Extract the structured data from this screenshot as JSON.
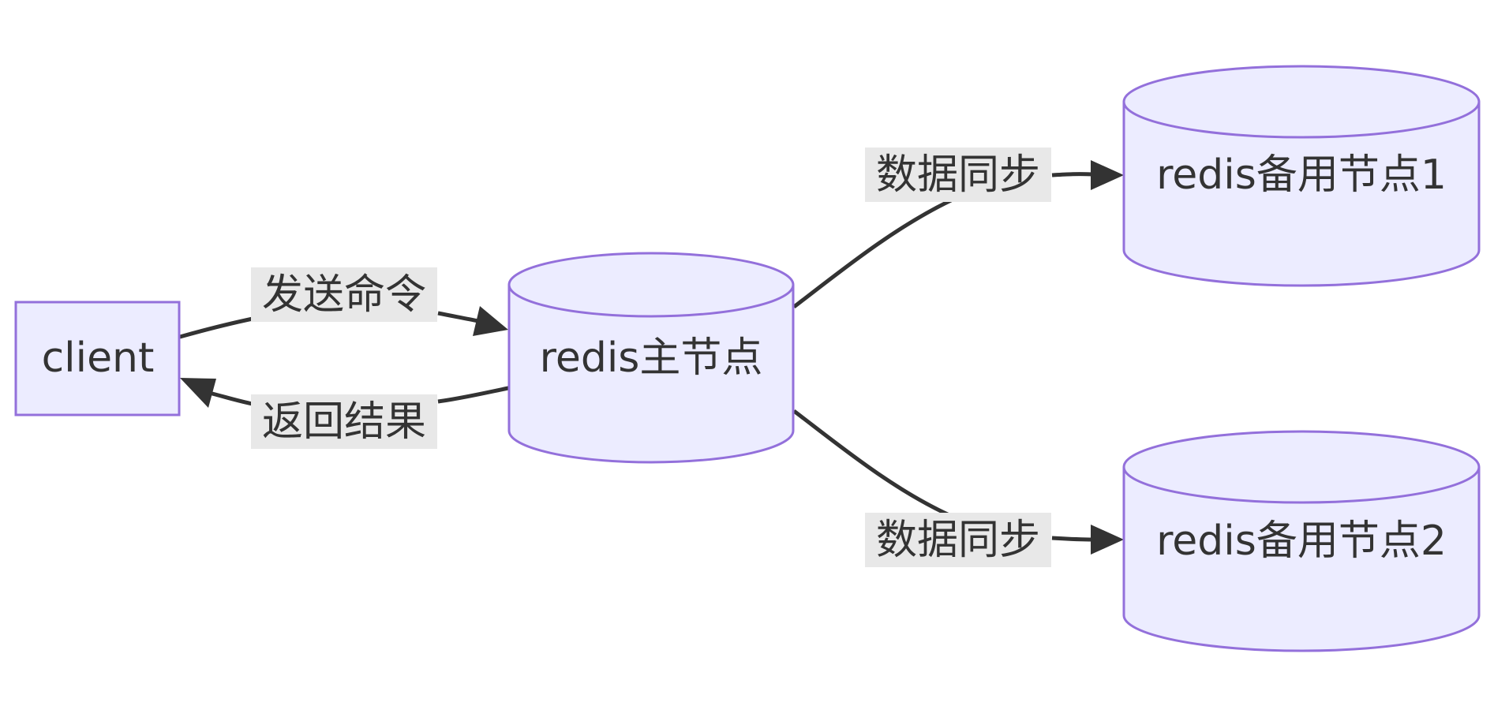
{
  "diagram": {
    "nodes": {
      "client": {
        "label": "client",
        "shape": "rectangle"
      },
      "master": {
        "label": "redis主节点",
        "shape": "cylinder"
      },
      "replica1": {
        "label": "redis备用节点1",
        "shape": "cylinder"
      },
      "replica2": {
        "label": "redis备用节点2",
        "shape": "cylinder"
      }
    },
    "edges": {
      "send_command": {
        "from": "client",
        "to": "master",
        "label": "发送命令"
      },
      "return_result": {
        "from": "master",
        "to": "client",
        "label": "返回结果"
      },
      "sync_1": {
        "from": "master",
        "to": "replica1",
        "label": "数据同步"
      },
      "sync_2": {
        "from": "master",
        "to": "replica2",
        "label": "数据同步"
      }
    },
    "colors": {
      "node_fill": "#ECECFF",
      "node_stroke": "#9370DB",
      "edge": "#333333",
      "edge_label_bg": "#e8e8e8",
      "text": "#333333"
    }
  }
}
